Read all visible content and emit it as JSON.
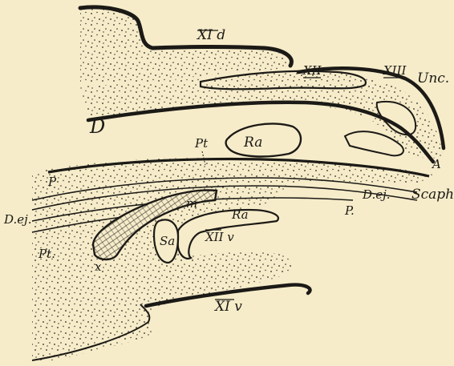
{
  "figure": {
    "background": "#f6ecca",
    "ink": "#1c1a16",
    "labels": {
      "xid": "XI d",
      "xii": "XII",
      "xiii": "XIII",
      "unc": "Unc.",
      "d_cavity": "D",
      "pt_top": "Pt",
      "ra_top": "Ra",
      "a": "A",
      "p_left": "P",
      "dej_right": "D.ej.",
      "scaph": "Scaph.",
      "dej_left": "D.ej.",
      "m": "m",
      "ra_mid": "Ra",
      "p_right": "P.",
      "pt_left": "Pt.",
      "sa": "Sa",
      "xiiv": "XII v",
      "x": "x",
      "xiv": "XI v"
    }
  }
}
